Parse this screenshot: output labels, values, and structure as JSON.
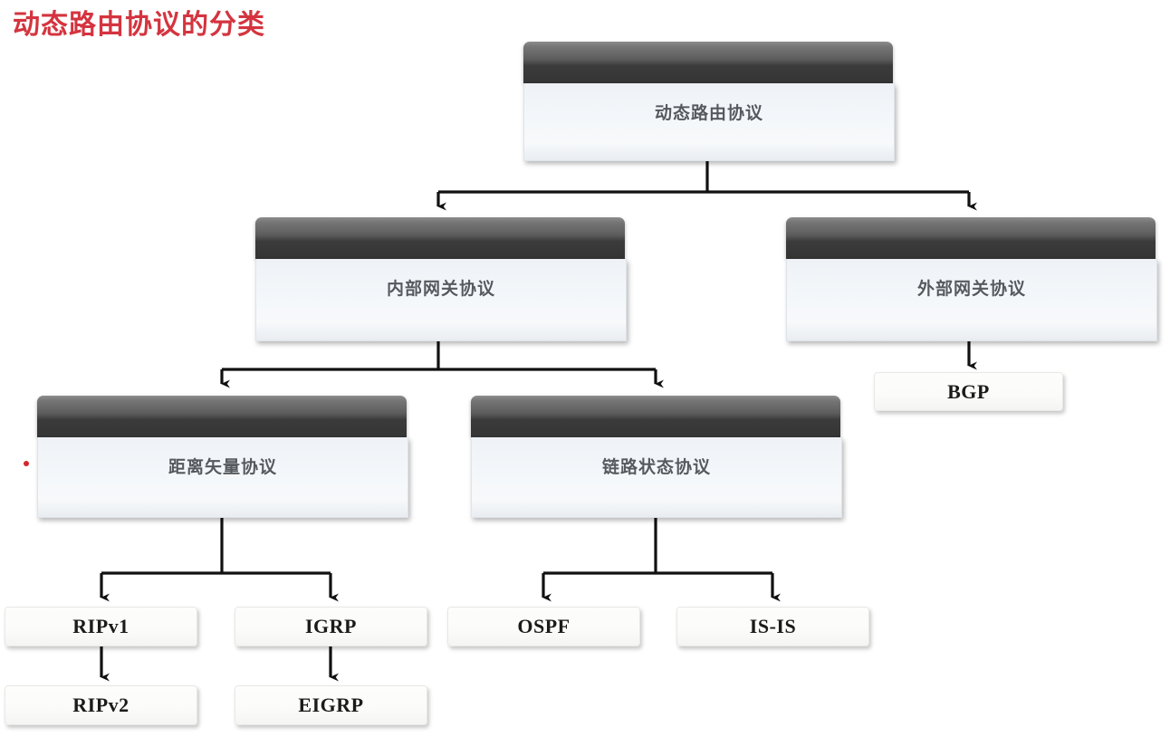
{
  "page": {
    "title": "动态路由协议的分类",
    "title_color": "#d4343f",
    "background": "#ffffff"
  },
  "diagram": {
    "type": "tree",
    "node_style_gradient": {
      "header_top": "#8d8d8d",
      "header_bottom": "#343434",
      "body_fill": "#f4f7fa",
      "label_color": "#555a5f"
    },
    "node_style_leaf": {
      "fill": "#fbfbfa",
      "label_color": "#1b1b1b"
    },
    "connector_color": "#111111",
    "marker_color": "#d6252a"
  },
  "nodes": {
    "root": {
      "label": "动态路由协议"
    },
    "igp": {
      "label": "内部网关协议"
    },
    "egp": {
      "label": "外部网关协议"
    },
    "distance_vector": {
      "label": "距离矢量协议",
      "marker": "red-dot"
    },
    "link_state": {
      "label": "链路状态协议"
    },
    "bgp": {
      "label": "BGP"
    },
    "ripv1": {
      "label": "RIPv1"
    },
    "igrp": {
      "label": "IGRP"
    },
    "ospf": {
      "label": "OSPF"
    },
    "isis": {
      "label": "IS-IS"
    },
    "ripv2": {
      "label": "RIPv2"
    },
    "eigrp": {
      "label": "EIGRP"
    }
  },
  "edges": [
    {
      "from": "root",
      "to": "igp"
    },
    {
      "from": "root",
      "to": "egp"
    },
    {
      "from": "igp",
      "to": "distance_vector"
    },
    {
      "from": "igp",
      "to": "link_state"
    },
    {
      "from": "egp",
      "to": "bgp"
    },
    {
      "from": "distance_vector",
      "to": "ripv1"
    },
    {
      "from": "distance_vector",
      "to": "igrp"
    },
    {
      "from": "link_state",
      "to": "ospf"
    },
    {
      "from": "link_state",
      "to": "isis"
    },
    {
      "from": "ripv1",
      "to": "ripv2"
    },
    {
      "from": "igrp",
      "to": "eigrp"
    }
  ]
}
